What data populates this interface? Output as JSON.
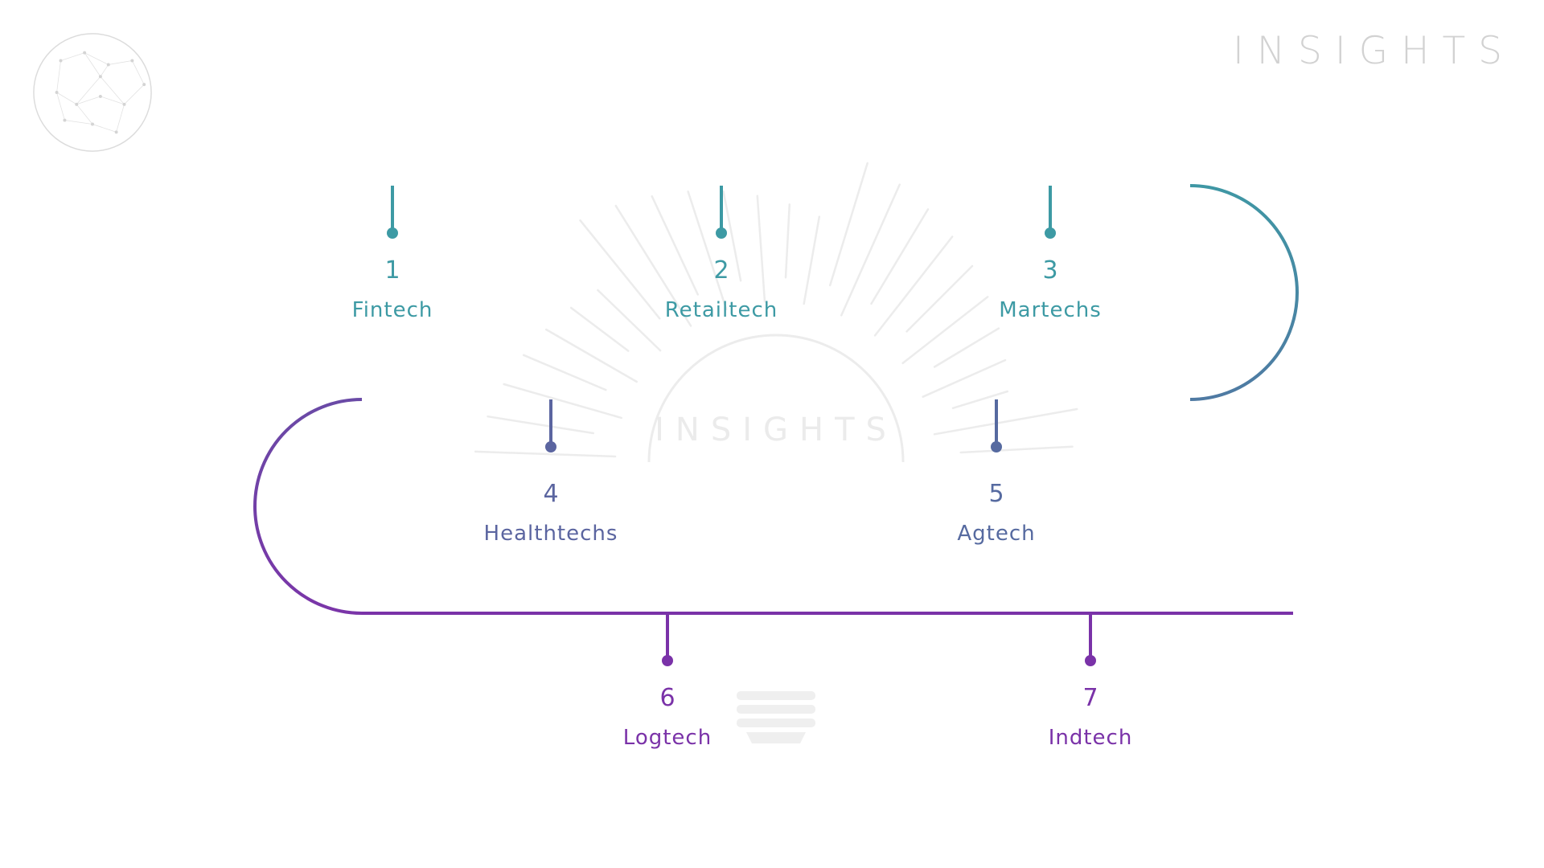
{
  "brand": {
    "wordmark": "INSIGHTS",
    "watermark_text": "INSIGHTS"
  },
  "colors": {
    "teal": "#3d9aa4",
    "slate": "#5b65a0",
    "purple": "#7a32a8",
    "watermark": "#ececec"
  },
  "steps": [
    {
      "number": "1",
      "name": "Fintech",
      "color": "#3d9aa4"
    },
    {
      "number": "2",
      "name": "Retailtech",
      "color": "#3d9aa4"
    },
    {
      "number": "3",
      "name": "Martechs",
      "color": "#3d9aa4"
    },
    {
      "number": "4",
      "name": "Healthtechs",
      "color": "#5b65a0"
    },
    {
      "number": "5",
      "name": "Agtech",
      "color": "#566aa0"
    },
    {
      "number": "6",
      "name": "Logtech",
      "color": "#7a32a8"
    },
    {
      "number": "7",
      "name": "Indtech",
      "color": "#7a32a8"
    }
  ]
}
